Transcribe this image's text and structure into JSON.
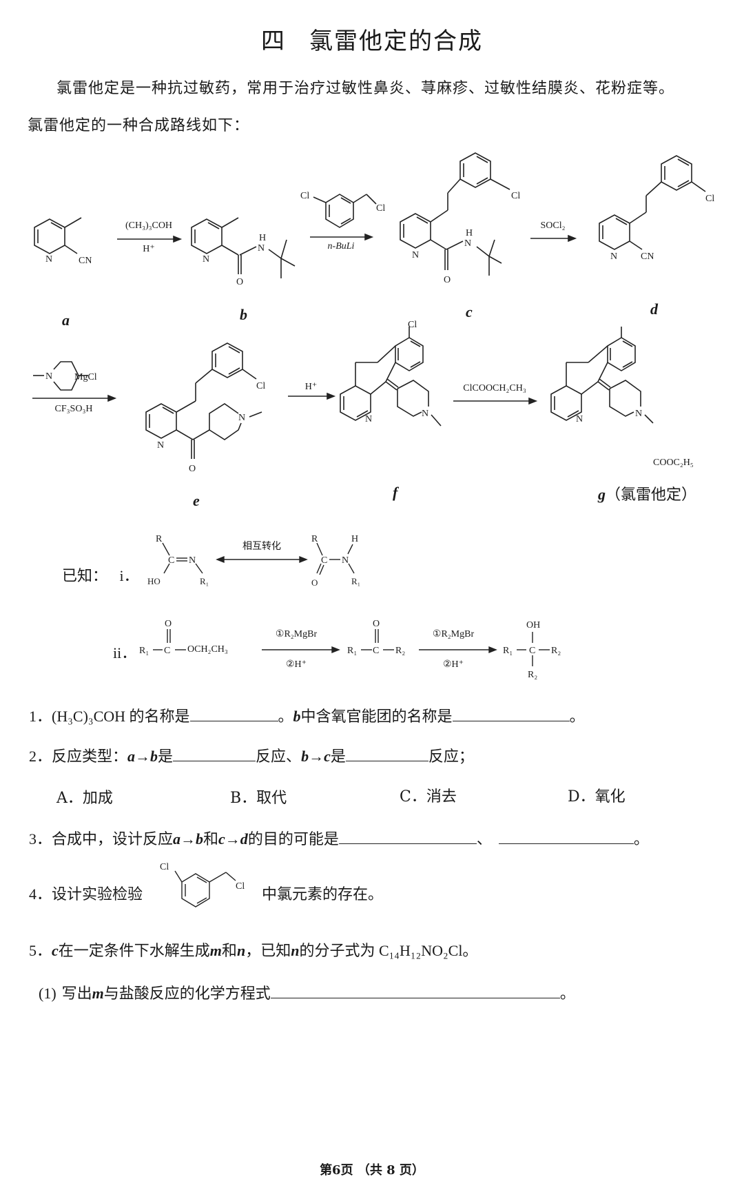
{
  "section": {
    "number": "四",
    "title": "氯雷他定的合成"
  },
  "intro": {
    "line1": "氯雷他定是一种抗过敏药，常用于治疗过敏性鼻炎、荨麻疹、过敏性结膜炎、花粉症等。",
    "line2": "氯雷他定的一种合成路线如下："
  },
  "scheme": {
    "compounds": {
      "a": "a",
      "b": "b",
      "c": "c",
      "d": "d",
      "e": "e",
      "f": "f",
      "g": "g",
      "g_note": "（氯雷他定）"
    },
    "reagents": {
      "a_to_b_top": "(CH₃)₃COH",
      "a_to_b_bottom": "H⁺",
      "b_to_c_bottom": "n-BuLi",
      "c_to_d_top": "SOCl₂",
      "d_to_e_top": "MgCl",
      "d_to_e_bottom": "CF₃SO₃H",
      "e_to_f_top": "H⁺",
      "f_to_g_top": "ClCOOCH₂CH₃"
    },
    "atoms": {
      "N": "N",
      "CN": "CN",
      "Cl": "Cl",
      "H": "H",
      "O": "O",
      "COOC2H5": "COOC₂H₅"
    }
  },
  "known": {
    "label": "已知：",
    "i": {
      "marker": "i．",
      "arrow_label": "相互转化",
      "R": "R",
      "R1": "R₁",
      "HO": "HO",
      "H": "H",
      "O": "O",
      "N": "N",
      "C": "C"
    },
    "ii": {
      "marker": "ii．",
      "ester": "OCH₂CH₃",
      "step1": "①R₂MgBr",
      "step2": "②H⁺",
      "R1": "R₁",
      "R2": "R₂",
      "OH": "OH",
      "O": "O",
      "C": "C"
    }
  },
  "questions": [
    {
      "num": "1．",
      "p1": "(H₃C)₃COH 的名称是",
      "p2": "。",
      "p3": "b",
      "p4": "中含氧官能团的名称是",
      "p5": "。"
    },
    {
      "num": "2．",
      "p1": "反应类型：",
      "p2": "a→b",
      "p3": "是",
      "p4": "反应、",
      "p5": "b→c",
      "p6": "是",
      "p7": "反应；"
    },
    {
      "num": "3．",
      "p1": "合成中，设计反应",
      "p2": "a→b",
      "p3": "和",
      "p4": "c→d",
      "p5": "的目的可能是",
      "p6": "、",
      "p7": "。"
    },
    {
      "num": "4．",
      "p1": "设计实验检验",
      "p2": "中氯元素的存在。"
    },
    {
      "num": "5．",
      "p1": "c",
      "p2": "在一定条件下水解生成",
      "p3": "m",
      "p4": "和",
      "p5": "n",
      "p6": "，已知",
      "p7": "n",
      "p8": "的分子式为 C₁₄H₁₂NO₂Cl。"
    },
    {
      "num": "(1)",
      "p1": "写出",
      "p2": "m",
      "p3": "与盐酸反应的化学方程式",
      "p4": "。"
    }
  ],
  "choices": [
    {
      "letter": "A．",
      "text": "加成"
    },
    {
      "letter": "B．",
      "text": "取代"
    },
    {
      "letter": "C．",
      "text": "消去"
    },
    {
      "letter": "D．",
      "text": "氧化"
    }
  ],
  "footer": {
    "text": "第6页 （共 8 页）"
  }
}
